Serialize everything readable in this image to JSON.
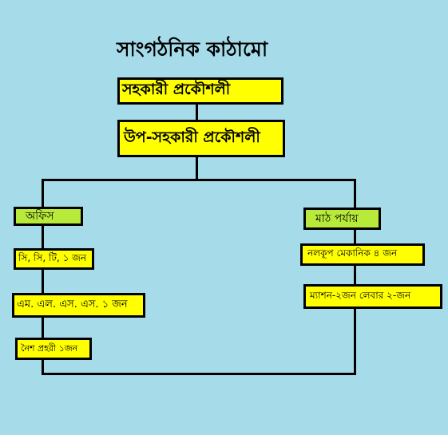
{
  "title": "সাংগঠনিক কাঠামো",
  "boxes": {
    "top": "সহকারী প্রকৌশলী",
    "second": "উপ-সহকারী প্রকৌশলী",
    "office": "অফিস",
    "field": "মাঠ পর্যায়",
    "office_staff": [
      "সি, সি, টি, ১ জন",
      "এম. এল. এস. এস. ১ জন",
      "নৈশ প্রহরী ১জন"
    ],
    "field_staff": [
      "নলকূপ মেকানিক ৪ জন",
      "ম্যাশন-২জন লেবার ২-জন"
    ]
  },
  "colors": {
    "background": "#a6dcea",
    "box": "#ffff00",
    "branch_box": "#b8ea3a",
    "line": "#000000"
  }
}
